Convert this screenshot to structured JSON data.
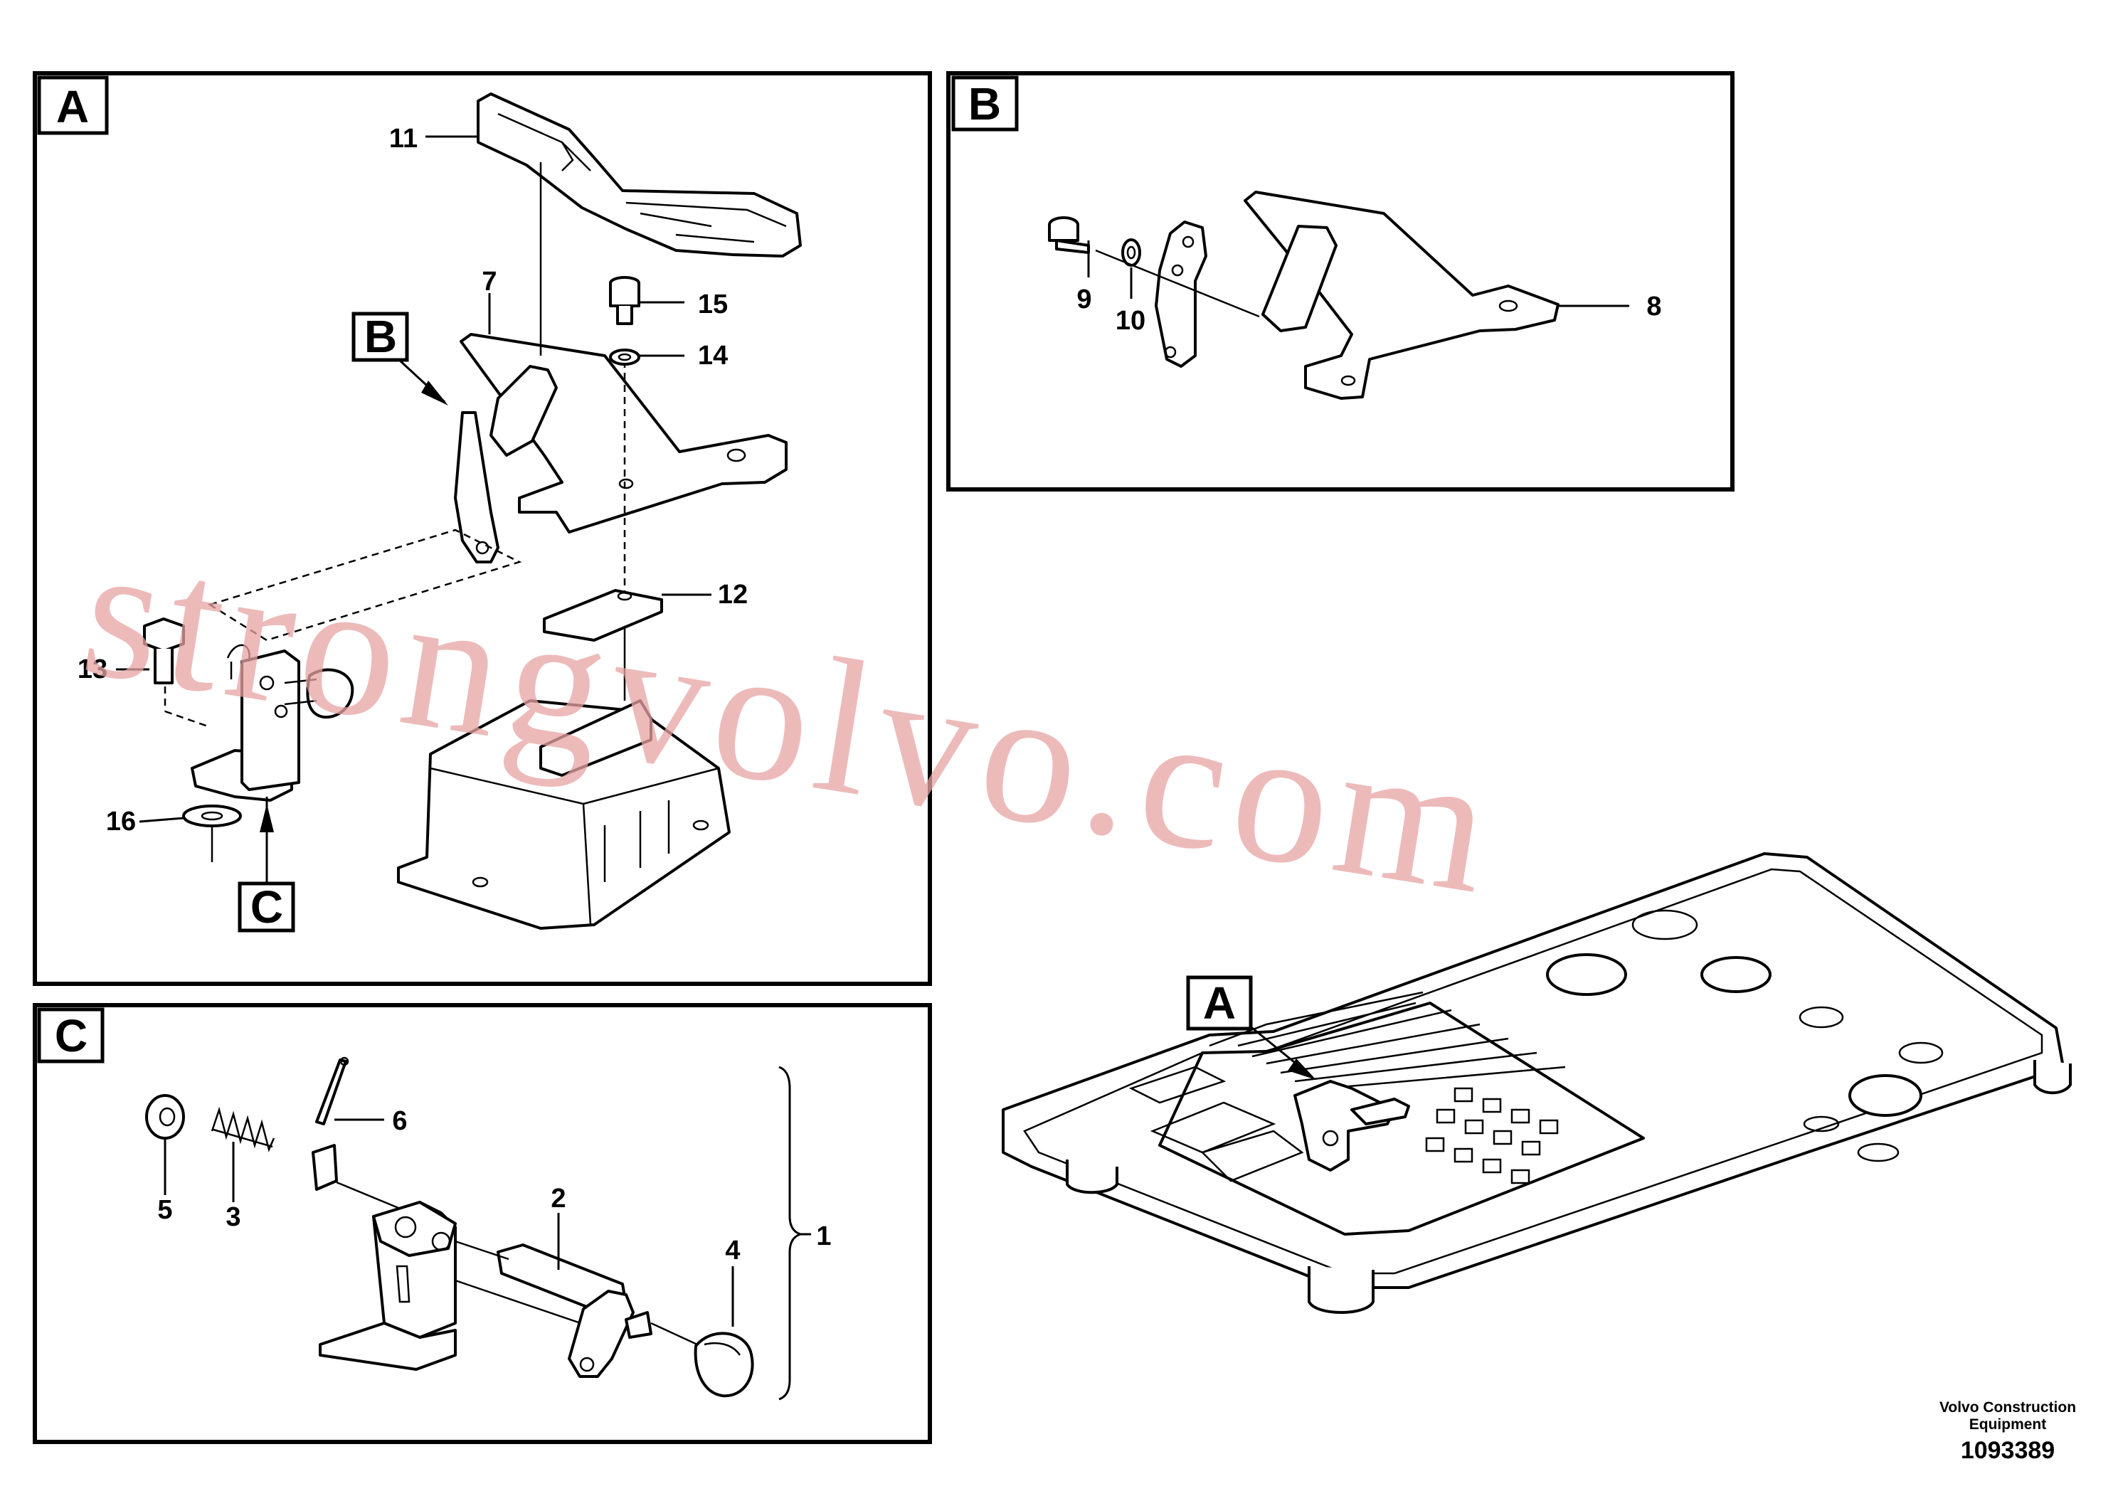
{
  "panels": {
    "a": {
      "label": "A"
    },
    "b": {
      "label": "B"
    },
    "c": {
      "label": "C"
    },
    "overview_label": "A"
  },
  "callouts": {
    "a": {
      "p11": "11",
      "p7": "7",
      "p15": "15",
      "p14": "14",
      "p12": "12",
      "p13": "13",
      "p16": "16",
      "ref_b": "B",
      "ref_c": "C"
    },
    "b": {
      "p9": "9",
      "p10": "10",
      "p8": "8"
    },
    "c": {
      "p6": "6",
      "p5": "5",
      "p3": "3",
      "p2": "2",
      "p4": "4",
      "p1": "1"
    }
  },
  "watermark": "strongvolvo.com",
  "footer": {
    "company_line1": "Volvo Construction",
    "company_line2": "Equipment",
    "drawing_number": "1093389"
  }
}
